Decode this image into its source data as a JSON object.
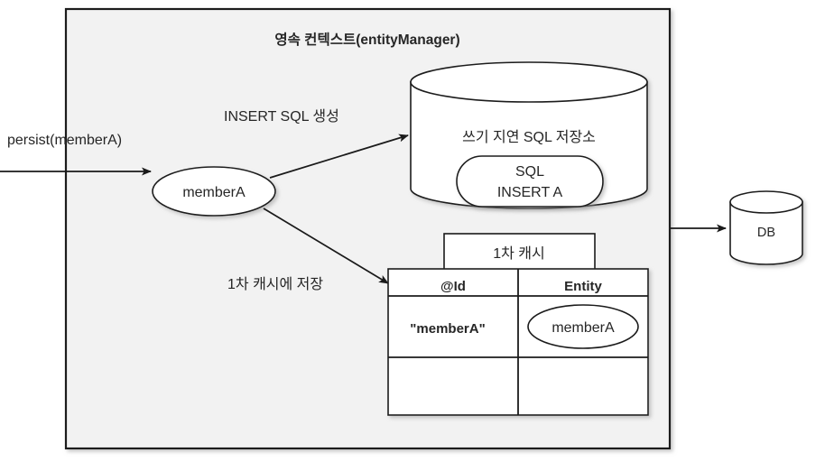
{
  "diagram": {
    "title": "영속 컨텍스트(entityManager)",
    "external_call_label": "persist(memberA)",
    "entity_node_label": "memberA",
    "arrow_labels": {
      "insert_sql": "INSERT SQL 생성",
      "first_cache": "1차 캐시에 저장"
    },
    "write_behind_store": {
      "title": "쓰기 지연 SQL 저장소",
      "sql_box_line1": "SQL",
      "sql_box_line2": "INSERT A"
    },
    "first_level_cache": {
      "tab_label": "1차 캐시",
      "columns": [
        "@Id",
        "Entity"
      ],
      "rows": [
        {
          "id": "\"memberA\"",
          "entity": "memberA"
        },
        {
          "id": "",
          "entity": ""
        }
      ]
    },
    "database": {
      "label": "DB"
    },
    "colors": {
      "context_fill": "#f2f2f2",
      "shape_fill": "#ffffff",
      "stroke": "#1a1a1a",
      "text": "#262626",
      "page_background": "#ffffff"
    }
  }
}
